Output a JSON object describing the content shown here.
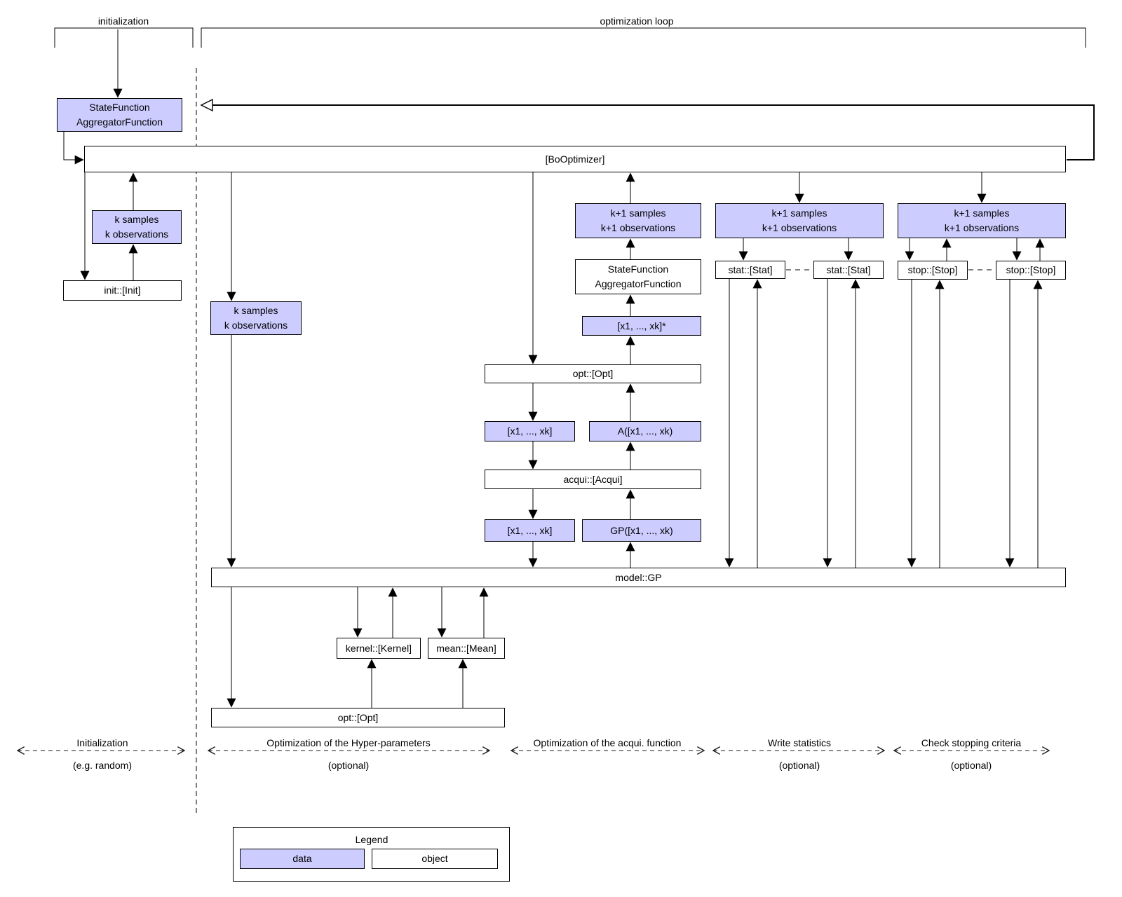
{
  "diagram": {
    "top_labels": {
      "initialization": "initialization",
      "optimization_loop": "optimization loop"
    },
    "nodes": {
      "statefn_init": "StateFunction\nAggregatorFunction",
      "booptimizer": "[BoOptimizer]",
      "ksamples_init": "k samples\nk observations",
      "init": "init::[Init]",
      "ksamples_loop": "k samples\nk observations",
      "k1_mid": "k+1 samples\nk+1 observations",
      "statefn_loop": "StateFunction\nAggregatorFunction",
      "xk_star": "[x1, ..., xk]*",
      "opt_mid": "opt::[Opt]",
      "xk_a": "[x1, ..., xk]",
      "a_fn": "A([x1, ..., xk)",
      "acqui": "acqui::[Acqui]",
      "xk_b": "[x1, ..., xk]",
      "gp_fn": "GP([x1, ..., xk)",
      "model_gp": "model::GP",
      "kernel": "kernel::[Kernel]",
      "mean": "mean::[Mean]",
      "opt_bottom": "opt::[Opt]",
      "k1_stat": "k+1 samples\nk+1 observations",
      "stat1": "stat::[Stat]",
      "stat2": "stat::[Stat]",
      "k1_stop": "k+1 samples\nk+1 observations",
      "stop1": "stop::[Stop]",
      "stop2": "stop::[Stop]"
    },
    "phases": [
      {
        "label": "Initialization",
        "sub": "(e.g. random)"
      },
      {
        "label": "Optimization of the Hyper-parameters",
        "sub": "(optional)"
      },
      {
        "label": "Optimization of the acqui. function",
        "sub": ""
      },
      {
        "label": "Write statistics",
        "sub": "(optional)"
      },
      {
        "label": "Check stopping criteria",
        "sub": "(optional)"
      }
    ],
    "legend": {
      "title": "Legend",
      "data_label": "data",
      "object_label": "object"
    },
    "colors": {
      "data_fill": "#ccccff",
      "object_fill": "#ffffff",
      "line": "#000000"
    }
  }
}
